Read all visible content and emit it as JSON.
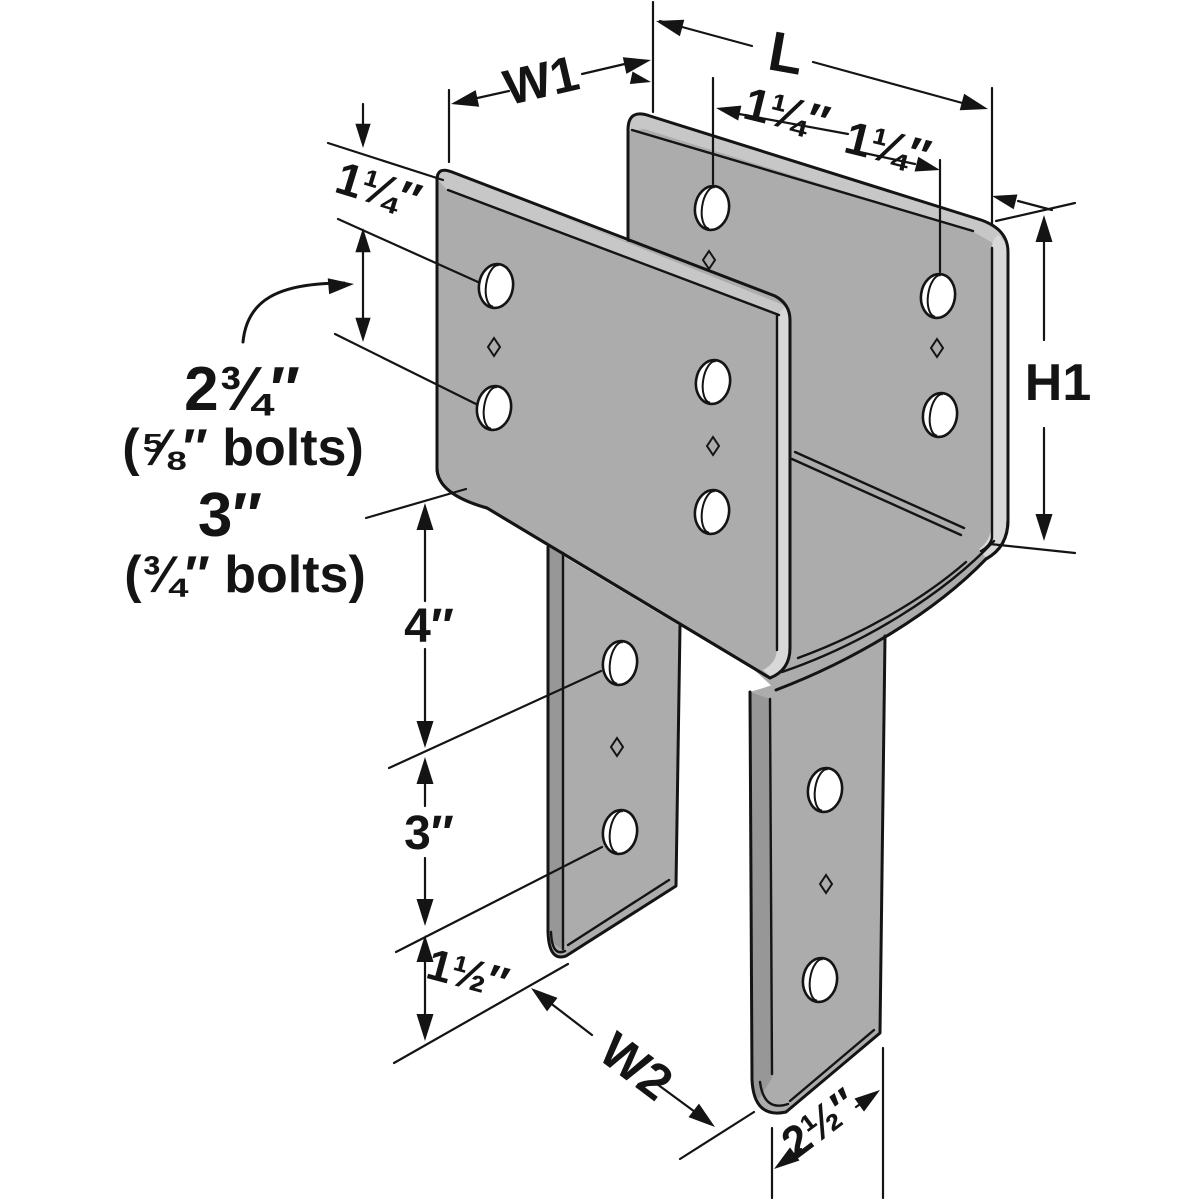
{
  "figure": {
    "type": "hardware-dimension-diagram",
    "labels": {
      "w1": "W1",
      "l": "L",
      "h1": "H1",
      "w2": "W2",
      "top_edge_to_hole": "1¼″",
      "left_hole_inset": "1¼″",
      "right_hole_inset": "1¼″",
      "bolt_spacing_a": "2¾″",
      "bolt_spacing_a_note": "(⅝″ bolts)",
      "bolt_spacing_b": "3″",
      "bolt_spacing_b_note": "(¾″ bolts)",
      "strap_first_hole": "4″",
      "strap_hole_spacing": "3″",
      "strap_hole_to_end": "1½″",
      "strap_width": "2½″"
    },
    "colors": {
      "steel": "#ACACAC",
      "steel_band": "#C7C7C7",
      "steel_end": "#D8D8D8",
      "steel_dark": "#979797",
      "outline": "#141414",
      "background": "#FFFFFF"
    }
  }
}
